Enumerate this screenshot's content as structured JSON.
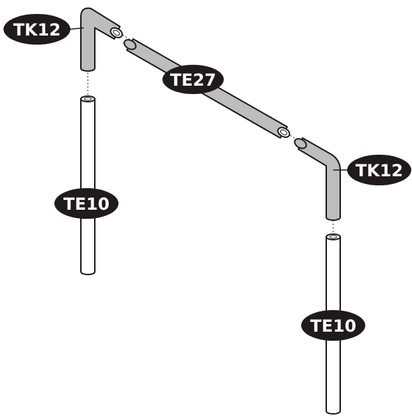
{
  "colors": {
    "background": "#ffffff",
    "outline": "#1a1a1a",
    "tube_grey": "#bdbdbd",
    "tube_white": "#ffffff",
    "label_fill": "#1f1a1b",
    "label_text": "#ffffff"
  },
  "parts": {
    "elbow_left": "TK12",
    "elbow_right": "TK12",
    "crossbar": "TE27",
    "post_left": "TE10",
    "post_right": "TE10"
  }
}
